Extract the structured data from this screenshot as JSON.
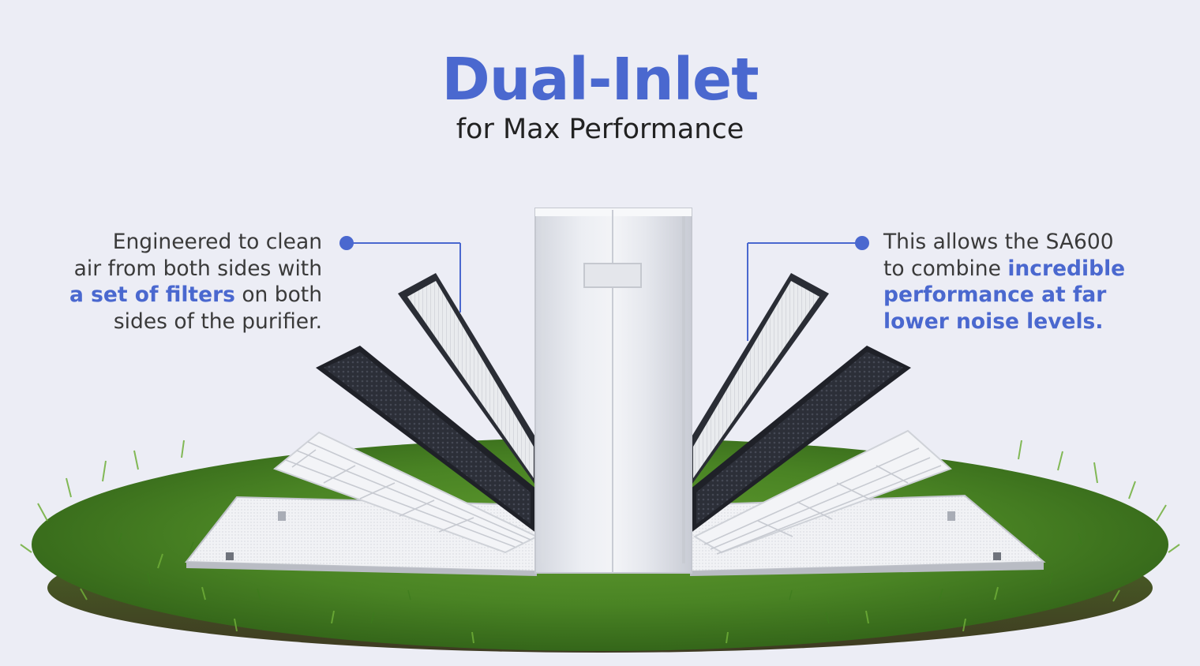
{
  "title": "Dual-Inlet",
  "subtitle": "for Max Performance",
  "accent_color": "#4a68cf",
  "left_callout": {
    "line1": "Engineered to clean",
    "line2": "air from both sides with",
    "line3_emphasis": "a set of filters",
    "line3_rest": " on both",
    "line4": "sides of the purifier."
  },
  "right_callout": {
    "line1": "This allows the SA600",
    "line2_start": "to combine ",
    "line2_emphasis": "incredible",
    "line3_emphasis": "performance at far",
    "line4_emphasis": "lower noise levels."
  },
  "product_image": "air-purifier-with-opened-filter-panels-on-grass"
}
